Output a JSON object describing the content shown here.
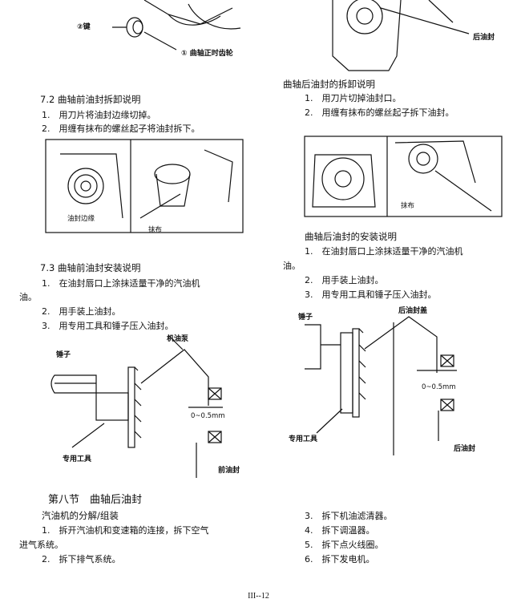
{
  "fig_top_left": {
    "label2": "②键",
    "label1": "① 曲轴正时齿轮"
  },
  "fig_top_right": {
    "label": "后油封"
  },
  "left": {
    "s72_title": "7.2 曲轴前油封拆卸说明",
    "s72_items": [
      "1.　用刀片将油封边缘切掉。",
      "2.　用缠有抹布的螺丝起子将油封拆下。"
    ],
    "fig_a_labels": [
      "油封边缘",
      "抹布"
    ],
    "s73_title": "7.3 曲轴前油封安装说明",
    "s73_item1_a": "1.　在油封唇口上涂抹适量干净的汽油机",
    "s73_item1_b": "油。",
    "s73_item2": "2.　用手装上油封。",
    "s73_item3": "3.　用专用工具和锤子压入油封。",
    "fig_b": {
      "hammer": "锤子",
      "pump": "机油泵",
      "gap": "0~0.5mm",
      "tool": "专用工具",
      "seal": "前油封"
    }
  },
  "right": {
    "rem_title": "曲轴后油封的拆卸说明",
    "rem_items": [
      "1.　用刀片切掉油封口。",
      "2.　用缠有抹布的螺丝起子拆下油封。"
    ],
    "fig_c_label": "抹布",
    "ins_title": "曲轴后油封的安装说明",
    "ins_item1_a": "1.　在油封唇口上涂抹适量干净的汽油机",
    "ins_item1_b": "油。",
    "ins_item2": "2.　用手装上油封。",
    "ins_item3": "3.　用专用工具和锤子压入油封。",
    "fig_d": {
      "hammer": "锤子",
      "cover": "后油封盖",
      "gap": "0~0.5mm",
      "tool": "专用工具",
      "seal": "后油封"
    }
  },
  "section8": {
    "title": "第八节　曲轴后油封",
    "sub": "汽油机的分解/组装",
    "l_item1_a": "1.　拆开汽油机和变速箱的连接，拆下空气",
    "l_item1_b": "进气系统。",
    "l_item2": "2.　拆下排气系统。",
    "r_items": [
      "3.　拆下机油滤清器。",
      "4.　拆下调温器。",
      "5.　拆下点火线圈。",
      "6.　拆下发电机。"
    ]
  },
  "footer": {
    "page": "III--12"
  }
}
